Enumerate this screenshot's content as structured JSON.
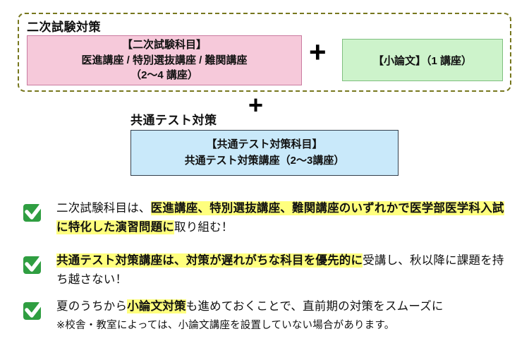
{
  "secondary": {
    "title": "二次試験対策",
    "subject_box": {
      "line1": "【二次試験科目】",
      "line2": "医進講座 / 特別選抜講座 / 難関講座",
      "line3": "（2〜4 講座）"
    },
    "plus": "+",
    "essay_box_label": "【小論文】（1 講座）"
  },
  "common": {
    "plus": "+",
    "title": "共通テスト対策",
    "box": {
      "line1": "【共通テスト対策科目】",
      "line2": "共通テスト対策講座（2〜3講座）"
    }
  },
  "checklist": [
    {
      "segments": [
        {
          "text": "二次試験科目は、",
          "style": "normal"
        },
        {
          "text": "医進講座、特別選抜講座、難関講座のいずれかで医学部医学科入試に特化した演習問題に",
          "style": "highlight"
        },
        {
          "text": "取り組む！",
          "style": "normal"
        }
      ]
    },
    {
      "segments": [
        {
          "text": "共通テスト対策講座は、対策が遅れがちな科目を優先的に",
          "style": "highlight"
        },
        {
          "text": "受講し、秋以降に課題を持ち越さない！",
          "style": "normal"
        }
      ]
    },
    {
      "segments": [
        {
          "text": "夏のうちから",
          "style": "normal"
        },
        {
          "text": "小論文対策",
          "style": "highlight"
        },
        {
          "text": "も進めておくことで、直前期の対策をスムーズに",
          "style": "normal"
        }
      ],
      "note": "※校舎・教室によっては、小論文講座を設置していない場合があります。"
    }
  ],
  "icons": {
    "check": "green-checkbox-icon"
  },
  "colors": {
    "dashed_border": "#77771e",
    "pink_bg": "#f6c9da",
    "pink_border": "#c97ba0",
    "green_bg": "#cdf3cb",
    "green_border": "#7fbf7f",
    "blue_bg": "#c9e9fa",
    "blue_border": "#33404d",
    "highlight": "#ffff7e",
    "check_green": "#2f9e41"
  }
}
